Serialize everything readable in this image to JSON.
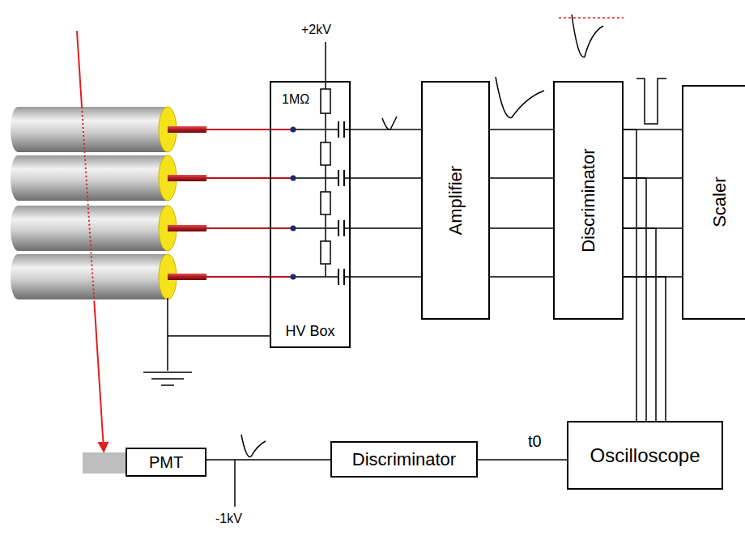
{
  "diagram": {
    "nodes": [
      {
        "text": [
          "HV Box"
        ]
      },
      {
        "text": [
          "Amplifier"
        ]
      },
      {
        "text": [
          "Discriminator"
        ]
      },
      {
        "text": [
          "Scaler"
        ]
      },
      {
        "text": [
          "PMT"
        ]
      },
      {
        "text": [
          "Discriminator"
        ]
      },
      {
        "text": [
          "Oscilloscope"
        ]
      }
    ],
    "edges": [
      {
        "from": 0,
        "to": 1,
        "arrow": "none"
      },
      {
        "from": 0,
        "to": 1,
        "arrow": "none"
      },
      {
        "from": 0,
        "to": 1,
        "arrow": "none"
      },
      {
        "from": 0,
        "to": 1,
        "arrow": "none"
      },
      {
        "from": 1,
        "to": 2,
        "arrow": "none"
      },
      {
        "from": 1,
        "to": 2,
        "arrow": "none"
      },
      {
        "from": 1,
        "to": 2,
        "arrow": "none"
      },
      {
        "from": 1,
        "to": 2,
        "arrow": "none"
      },
      {
        "from": 2,
        "to": 3,
        "arrow": "none"
      },
      {
        "from": 2,
        "to": 3,
        "arrow": "none"
      },
      {
        "from": 2,
        "to": 3,
        "arrow": "none"
      },
      {
        "from": 2,
        "to": 3,
        "arrow": "none"
      },
      {
        "from": 2,
        "to": 6,
        "arrow": "none"
      },
      {
        "from": 2,
        "to": 6,
        "arrow": "none"
      },
      {
        "from": 2,
        "to": 6,
        "arrow": "none"
      },
      {
        "from": 2,
        "to": 6,
        "arrow": "none"
      },
      {
        "from": 4,
        "to": 5,
        "arrow": "none"
      },
      {
        "from": 5,
        "to": 6,
        "label": "t0",
        "arrow": "none"
      }
    ],
    "labels": [
      "+2kV",
      "1MΩ",
      "-1kV"
    ]
  }
}
